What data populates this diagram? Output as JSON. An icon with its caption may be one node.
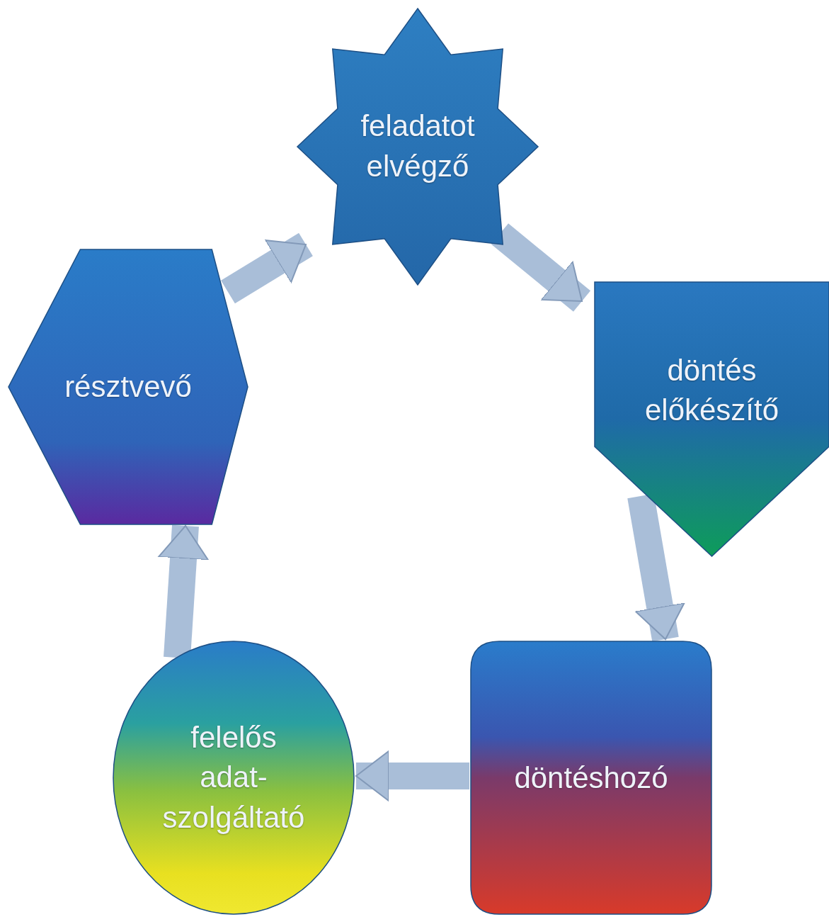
{
  "diagram": {
    "nodes": [
      {
        "text": [
          "feladatot elvégző"
        ]
      },
      {
        "text": [
          "döntés előkészítő"
        ]
      },
      {
        "text": [
          "döntéshozó"
        ]
      },
      {
        "text": [
          "felelős adat-szolgáltató"
        ]
      },
      {
        "text": [
          "résztvevő"
        ]
      }
    ],
    "edges": [
      {
        "from": 0,
        "to": 1,
        "arrow": "to"
      },
      {
        "from": 1,
        "to": 2,
        "arrow": "to"
      },
      {
        "from": 2,
        "to": 3,
        "arrow": "to"
      },
      {
        "from": 3,
        "to": 4,
        "arrow": "to"
      },
      {
        "from": 4,
        "to": 0,
        "arrow": "to"
      }
    ]
  }
}
